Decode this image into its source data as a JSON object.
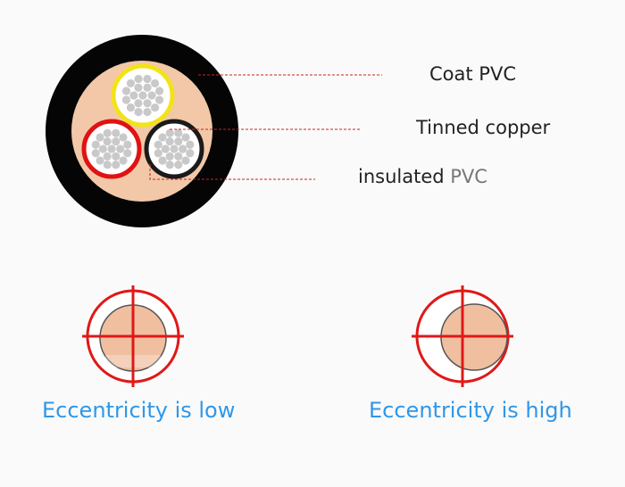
{
  "cable": {
    "labels": {
      "coat": "Coat PVC",
      "tinned": "Tinned copper",
      "insulated_prefix": "insulated ",
      "insulated_suffix": "PVC"
    },
    "conductor_colors": [
      "yellow",
      "red",
      "black"
    ]
  },
  "captions": {
    "low": "Eccentricity is low",
    "high": "Eccentricity is high"
  },
  "colors": {
    "jacket": "#050505",
    "filler": "#f2c8a8",
    "copper_wire": "#c9c9c9",
    "leader_line": "#cc2222",
    "caption_blue": "#2f97e8",
    "insulated_pvc_grey": "#777777",
    "crosshair_red": "#e01818",
    "core_fill": "#f0bfa0"
  }
}
